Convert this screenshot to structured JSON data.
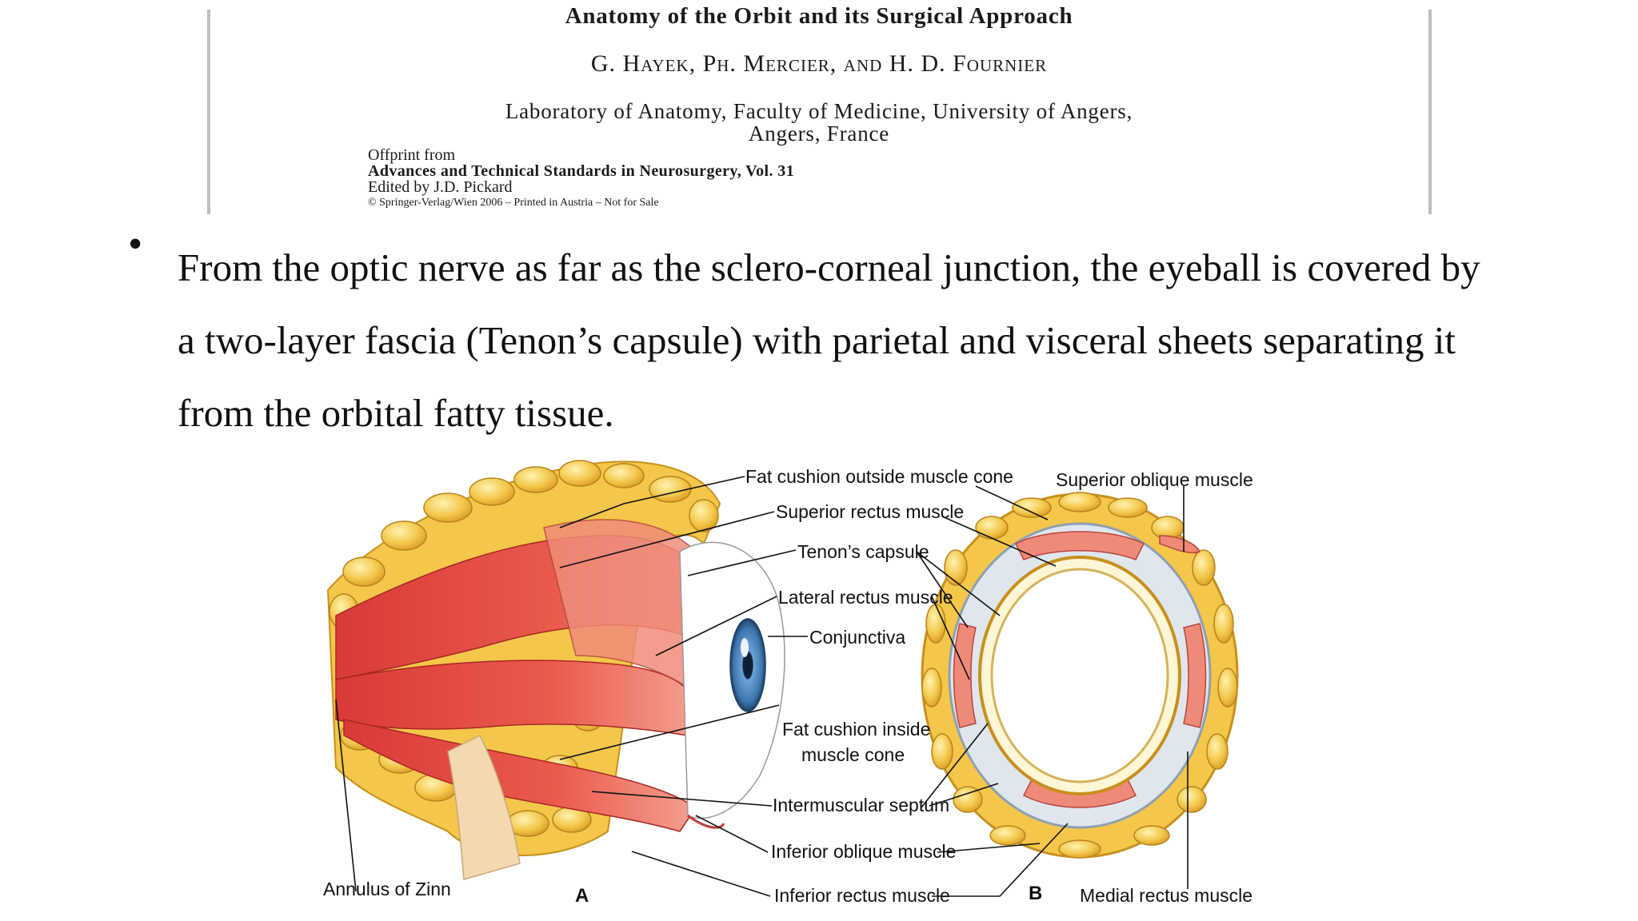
{
  "header": {
    "title": "Anatomy of the Orbit and its Surgical Approach",
    "authors": "G. Hayek, Ph. Mercier, and H. D. Fournier",
    "affiliation_line1": "Laboratory of Anatomy, Faculty of Medicine, University of Angers,",
    "affiliation_line2": "Angers, France",
    "offprint_from": "Offprint from",
    "journal": "Advances and Technical Standards in Neurosurgery, Vol. 31",
    "editor": "Edited by J.D. Pickard",
    "copyright": "© Springer-Verlag/Wien 2006 – Printed in Austria – Not for Sale"
  },
  "bullet": {
    "symbol": "•",
    "line1": "From the optic nerve as far as the sclero-corneal junction, the eyeball is covered by",
    "line2": "a two-layer fascia (Tenon’s capsule) with parietal and visceral sheets separating it",
    "line3": "from the orbital fatty tissue."
  },
  "figure": {
    "labels": {
      "fat_outside": "Fat cushion outside muscle cone",
      "superior_rectus": "Superior rectus muscle",
      "tenons_capsule": "Tenon’s capsule",
      "lateral_rectus": "Lateral rectus muscle",
      "conjunctiva": "Conjunctiva",
      "fat_inside_1": "Fat cushion inside",
      "fat_inside_2": "muscle cone",
      "intermuscular_septum": "Intermuscular septum",
      "inferior_oblique": "Inferior oblique muscle",
      "inferior_rectus": "Inferior rectus muscle",
      "superior_oblique": "Superior oblique muscle",
      "medial_rectus": "Medial rectus muscle",
      "annulus": "Annulus of Zinn",
      "panel_a": "A",
      "panel_b": "B"
    },
    "colors": {
      "fat": "#f2c44a",
      "fat_outline": "#c8901e",
      "muscle": "#e24a43",
      "muscle_light": "#f08a78",
      "tendon": "#f4d9b0",
      "septum": "#c9d3dc",
      "iris": "#4f86bf"
    }
  }
}
